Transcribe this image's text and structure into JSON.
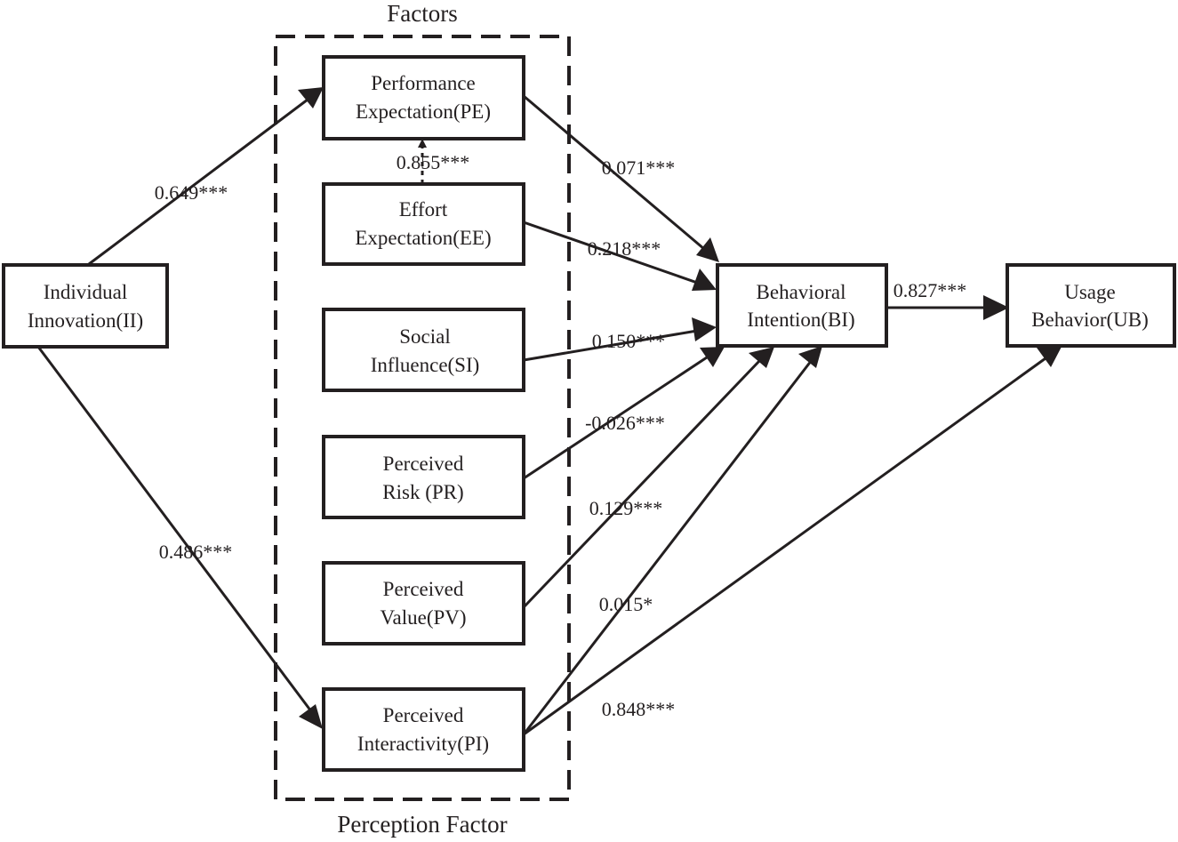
{
  "group": {
    "top_label": "Factors",
    "bottom_label": "Perception Factor"
  },
  "nodes": {
    "ii": {
      "line1": "Individual",
      "line2": "Innovation(II)"
    },
    "pe": {
      "line1": "Performance",
      "line2": "Expectation(PE)"
    },
    "ee": {
      "line1": "Effort",
      "line2": "Expectation(EE)"
    },
    "si": {
      "line1": "Social",
      "line2": "Influence(SI)"
    },
    "pr": {
      "line1": "Perceived",
      "line2": "Risk (PR)"
    },
    "pv": {
      "line1": "Perceived",
      "line2": "Value(PV)"
    },
    "pi": {
      "line1": "Perceived",
      "line2": "Interactivity(PI)"
    },
    "bi": {
      "line1": "Behavioral",
      "line2": "Intention(BI)"
    },
    "ub": {
      "line1": "Usage",
      "line2": "Behavior(UB)"
    }
  },
  "edges": {
    "ii_pe": {
      "from": "II",
      "to": "PE",
      "label": "0.649***"
    },
    "ii_pi": {
      "from": "II",
      "to": "PI",
      "label": "0.486***"
    },
    "ee_pe": {
      "from": "EE",
      "to": "PE",
      "label": "0.855***"
    },
    "pe_bi": {
      "from": "PE",
      "to": "BI",
      "label": "0.071***"
    },
    "ee_bi": {
      "from": "EE",
      "to": "BI",
      "label": "0.218***"
    },
    "si_bi": {
      "from": "SI",
      "to": "BI",
      "label": "0.150***"
    },
    "pr_bi": {
      "from": "PR",
      "to": "BI",
      "label": "-0.026***"
    },
    "pv_bi": {
      "from": "PV",
      "to": "BI",
      "label": "0.129***"
    },
    "pi_bi": {
      "from": "PI",
      "to": "BI",
      "label": "0.015*"
    },
    "pi_ub": {
      "from": "PI",
      "to": "UB",
      "label": "0.848***"
    },
    "bi_ub": {
      "from": "BI",
      "to": "UB",
      "label": "0.827***"
    }
  },
  "colors": {
    "stroke": "#231f20",
    "background": "#ffffff"
  }
}
